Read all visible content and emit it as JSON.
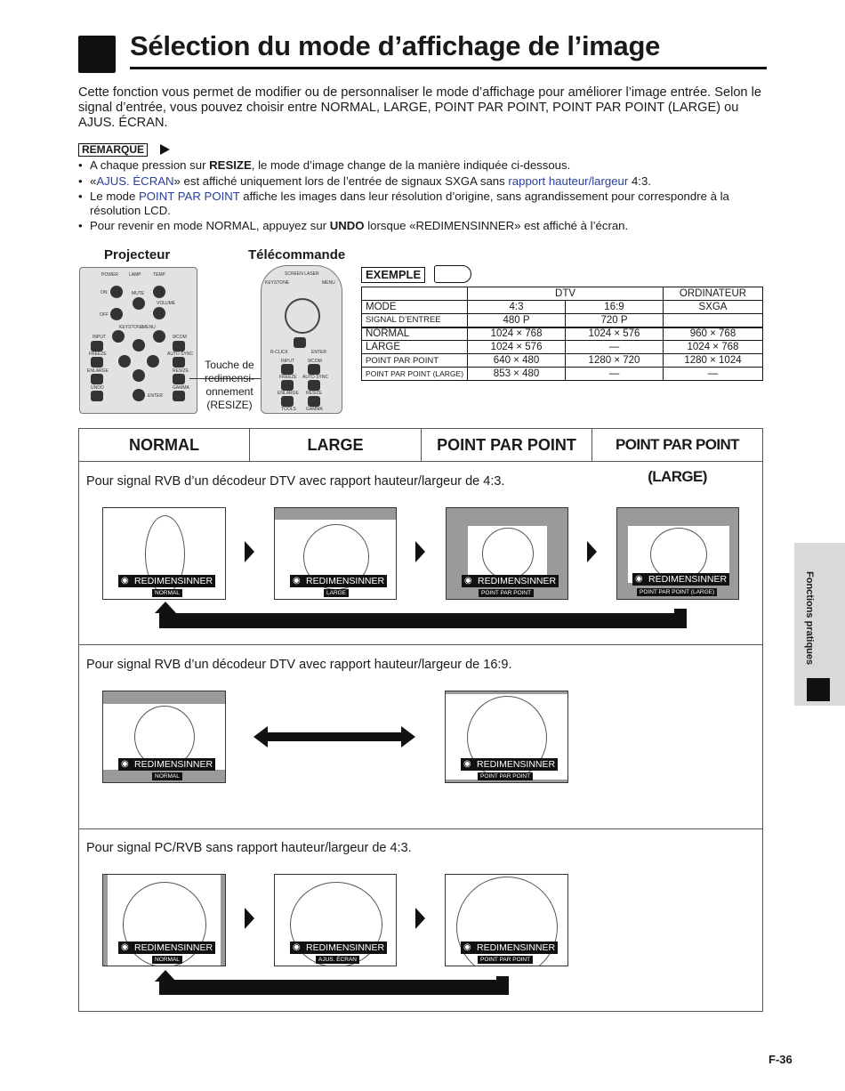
{
  "title": "Sélection du mode d’affichage de l’image",
  "intro": "Cette fonction vous permet de modifier ou de personnaliser le mode d’affichage pour améliorer l’image entrée. Selon le signal d’entrée, vous pouvez choisir entre NORMAL, LARGE, POINT PAR POINT, POINT PAR POINT (LARGE) ou AJUS. ÉCRAN.",
  "remarque": "REMARQUE",
  "notes": {
    "n1_a": "A chaque pression sur ",
    "n1_b": "RESIZE",
    "n1_c": ", le mode d’image change de la manière indiquée ci-dessous.",
    "n2_a": "«",
    "n2_b": "AJUS. ÉCRAN",
    "n2_c": "» est affiché uniquement lors de l’entrée de signaux SXGA sans ",
    "n2_d": "rapport hauteur/largeur",
    "n2_e": " 4:3.",
    "n3_a": "Le mode ",
    "n3_b": "POINT PAR POINT",
    "n3_c": " affiche les images dans leur résolution d’origine, sans agrandissement pour correspondre à la résolution LCD.",
    "n4_a": "Pour revenir en mode NORMAL, appuyez sur ",
    "n4_b": "UNDO",
    "n4_c": " lorsque «REDIMENSINNER» est affiché à l’écran."
  },
  "projector_label": "Projecteur",
  "remote_label": "Télécommande",
  "projector": {
    "power": "POWER",
    "lamp": "LAMP",
    "temp": "TEMP",
    "on": "ON",
    "off": "OFF",
    "mute": "MUTE",
    "volume": "VOLUME",
    "input": "INPUT",
    "keystone": "KEYSTONE",
    "menu": "MENU",
    "vcom": "9/COM",
    "freeze": "FREEZE",
    "autosync": "AUTO SYNC",
    "enlarge": "ENLARGE",
    "resize": "RESIZE",
    "undo": "UNDO",
    "enter": "ENTER",
    "gamma": "GAMMA"
  },
  "remote": {
    "screen_laser": "SCREEN LASER",
    "keystone": "KEYSTONE",
    "menu": "MENU",
    "rclick": "R-CLICK",
    "enter": "ENTER",
    "input": "INPUT",
    "vcom": "9/COM",
    "freeze": "FREEZE",
    "autosync": "AUTO SYNC",
    "enlarge": "ENLARGE",
    "resize": "RESIZE",
    "tools": "TOOLS",
    "gamma": "GAMMA"
  },
  "resize_callout": "Touche de redimensi-onnement (RESIZE)",
  "exemple": "EXEMPLE",
  "table": {
    "h_dtv": "DTV",
    "h_ord": "ORDINATEUR",
    "mode": "MODE",
    "m43": "4:3",
    "m169": "16:9",
    "sxga": "SXGA",
    "signal": "SIGNAL D’ENTREE",
    "s1": "480 P",
    "s2": "720 P",
    "s3": "",
    "rows": [
      {
        "label": "NORMAL",
        "a": "1024 × 768",
        "b": "1024 × 576",
        "c": "960 × 768"
      },
      {
        "label": "LARGE",
        "a": "1024 × 576",
        "b": "—",
        "c": "1024 × 768"
      },
      {
        "label": "POINT PAR POINT",
        "a": "640 × 480",
        "b": "1280 × 720",
        "c": "1280 × 1024"
      },
      {
        "label": "POINT PAR POINT (LARGE)",
        "a": "853 × 480",
        "b": "—",
        "c": "—"
      }
    ]
  },
  "modes": {
    "normal": "NORMAL",
    "large": "LARGE",
    "dot": "POINT PAR POINT",
    "dot_large": "POINT PAR POINT (LARGE)"
  },
  "sections": {
    "s1": "Pour signal RVB d’un décodeur DTV avec rapport hauteur/largeur de 4:3.",
    "s2": "Pour signal RVB d’un décodeur DTV avec rapport hauteur/largeur de 16:9.",
    "s3": "Pour signal PC/RVB sans rapport hauteur/largeur de 4:3."
  },
  "osd": {
    "redim": "REDIMENSINNER",
    "normal": "NORMAL",
    "large": "LARGE",
    "dot": "POINT PAR POINT",
    "dot_large": "POINT PAR POINT (LARGE)",
    "ajus": "AJUS. ÉCRAN"
  },
  "side_tab": "Fonctions pratiques",
  "page_number": "F-36"
}
